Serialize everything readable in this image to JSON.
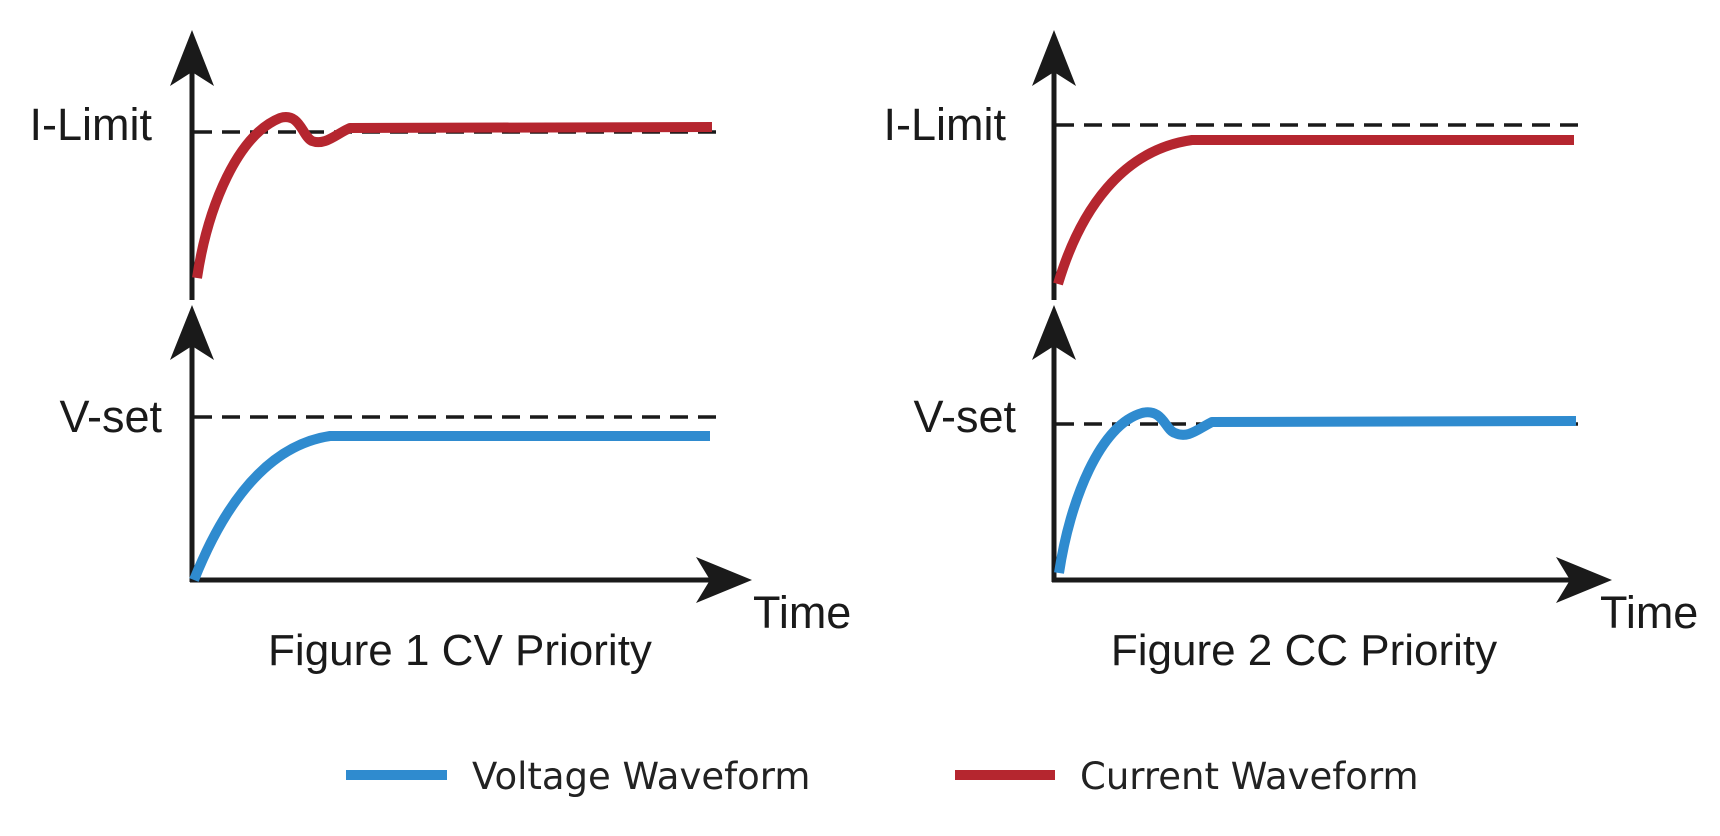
{
  "colors": {
    "voltage": "#2f8bcf",
    "current": "#b5262f",
    "axis": "#1a1a1a"
  },
  "figures": [
    {
      "caption": "Figure 1 CV Priority",
      "current_label": "I-Limit",
      "voltage_label": "V-set",
      "time_label": "Time",
      "current_overshoot": true,
      "voltage_overshoot": false
    },
    {
      "caption": "Figure 2 CC Priority",
      "current_label": "I-Limit",
      "voltage_label": "V-set",
      "time_label": "Time",
      "current_overshoot": false,
      "voltage_overshoot": true
    }
  ],
  "legend": {
    "voltage_label": "Voltage Waveform",
    "current_label": "Current Waveform"
  }
}
